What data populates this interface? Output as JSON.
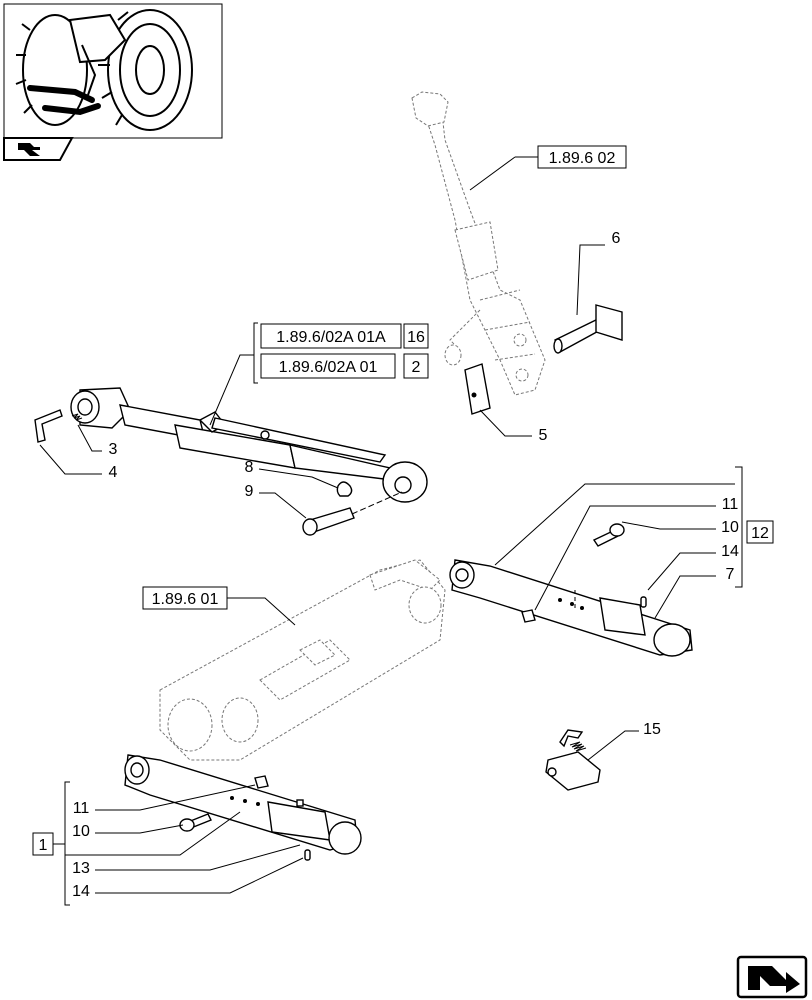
{
  "references": {
    "top_link_ref": "1.89.6 02",
    "kit_ref_a": "1.89.6/02A 01A",
    "kit_ref_a_qty": "16",
    "kit_ref_b": "1.89.6/02A 01",
    "kit_ref_b_qty": "2",
    "housing_ref": "1.89.6 01"
  },
  "callouts": {
    "p3": "3",
    "p4": "4",
    "p5": "5",
    "p6": "6",
    "p7": "7",
    "p8": "8",
    "p9": "9",
    "p10": "10",
    "p11": "11",
    "p12": "12",
    "p13": "13",
    "p14": "14",
    "p15": "15",
    "p1": "1"
  },
  "icons": {
    "thumbnail": "tractor-rear-hitch-thumbnail",
    "header_nav": "arrow-book-icon",
    "next_page": "next-page-arrow-icon"
  }
}
